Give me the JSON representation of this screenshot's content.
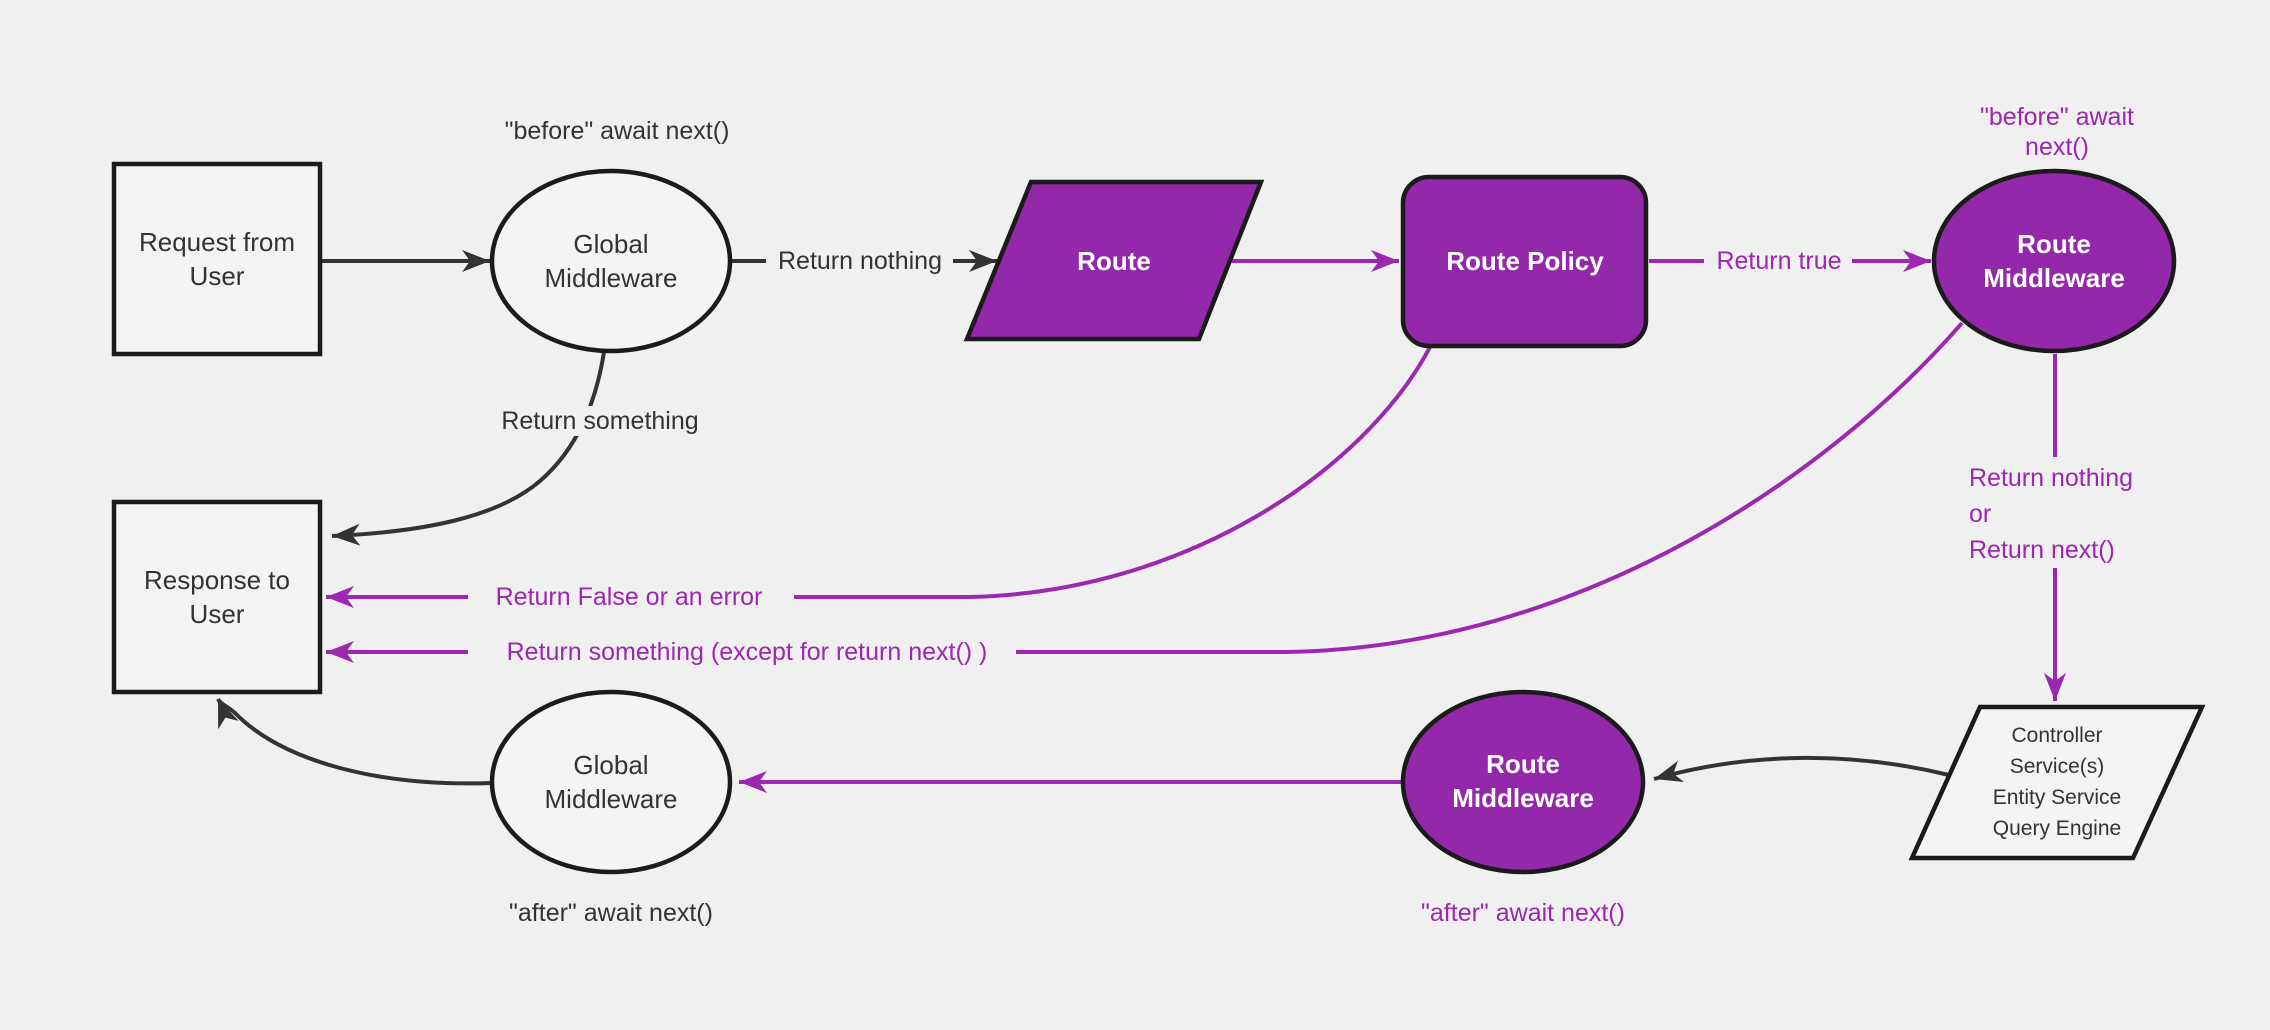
{
  "diagram_type": "flowchart",
  "colors": {
    "background": "#f0f0f0",
    "node_fill_light": "#f4f4f4",
    "node_fill_purple": "#9328ab",
    "node_border": "#1b1b1b",
    "line_black": "#333333",
    "line_purple": "#9c27b0",
    "text_black": "#333333",
    "text_purple": "#9c27b0",
    "text_white": "#ffffff"
  },
  "nodes": {
    "request": {
      "label": "Request from\nUser",
      "shape": "rectangle",
      "fill": "light"
    },
    "global_middleware_top": {
      "label": "Global\nMiddleware",
      "shape": "ellipse",
      "fill": "light"
    },
    "route": {
      "label": "Route",
      "shape": "parallelogram",
      "fill": "purple"
    },
    "route_policy": {
      "label": "Route Policy",
      "shape": "rounded-rectangle",
      "fill": "purple"
    },
    "route_middleware_top": {
      "label": "Route\nMiddleware",
      "shape": "ellipse",
      "fill": "purple"
    },
    "controller": {
      "label": "Controller\nService(s)\nEntity Service\nQuery Engine",
      "shape": "parallelogram",
      "fill": "light"
    },
    "route_middleware_bottom": {
      "label": "Route\nMiddleware",
      "shape": "ellipse",
      "fill": "purple"
    },
    "global_middleware_bottom": {
      "label": "Global\nMiddleware",
      "shape": "ellipse",
      "fill": "light"
    },
    "response": {
      "label": "Response to\nUser",
      "shape": "rectangle",
      "fill": "light"
    }
  },
  "edge_labels": {
    "before_await_next_top": "\"before\" await next()",
    "return_nothing_top": "Return nothing",
    "return_true": "Return true",
    "before_await_next_right": "\"before\" await next()",
    "return_nothing_or_next": "Return nothing\nor\nReturn next()",
    "return_something": "Return something",
    "return_false_or_error": "Return False or an error",
    "return_something_except": "Return something (except for return next() )",
    "after_await_next_purple": "\"after\" await next()",
    "after_await_next_black": "\"after\" await next()"
  },
  "edges": [
    {
      "from": "request",
      "to": "global_middleware_top",
      "label": "",
      "color": "black"
    },
    {
      "from": "global_middleware_top",
      "to": "route",
      "label": "Return nothing",
      "color": "black"
    },
    {
      "from": "route",
      "to": "route_policy",
      "label": "",
      "color": "purple"
    },
    {
      "from": "route_policy",
      "to": "route_middleware_top",
      "label": "Return true",
      "color": "purple"
    },
    {
      "from": "route_middleware_top",
      "to": "controller",
      "label": "Return nothing\nor\nReturn next()",
      "color": "purple"
    },
    {
      "from": "controller",
      "to": "route_middleware_bottom",
      "label": "",
      "color": "black"
    },
    {
      "from": "route_middleware_bottom",
      "to": "global_middleware_bottom",
      "label": "",
      "color": "purple"
    },
    {
      "from": "global_middleware_bottom",
      "to": "response",
      "label": "",
      "color": "black"
    },
    {
      "from": "global_middleware_top",
      "to": "response",
      "label": "Return something",
      "color": "black"
    },
    {
      "from": "route_policy",
      "to": "response",
      "label": "Return False or an error",
      "color": "purple"
    },
    {
      "from": "route_middleware_top",
      "to": "response",
      "label": "Return something (except for return next() )",
      "color": "purple"
    }
  ]
}
